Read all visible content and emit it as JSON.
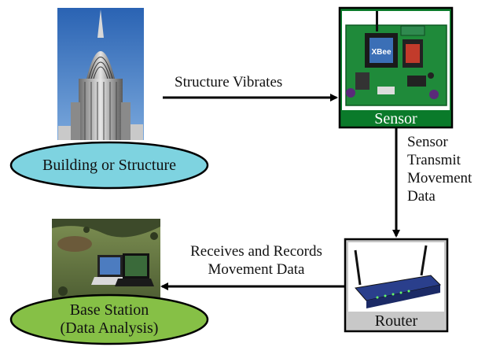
{
  "nodes": {
    "building": {
      "label": "Building or Structure",
      "fill": "#7ed3e0"
    },
    "sensor": {
      "label": "Sensor",
      "box_color": "#0a7a2a",
      "board_color": "#1f8a3a"
    },
    "router": {
      "label": "Router",
      "box_color": "#c8c8c8"
    },
    "base": {
      "label_line1": "Base Station",
      "label_line2": "(Data Analysis)",
      "fill": "#86c046"
    }
  },
  "edges": {
    "building_to_sensor": "Structure Vibrates",
    "sensor_to_router": [
      "Sensor",
      "Transmit",
      "Movement",
      "Data"
    ],
    "router_to_base": [
      "Receives and Records",
      "Movement Data"
    ]
  },
  "chip_text": "XBee"
}
